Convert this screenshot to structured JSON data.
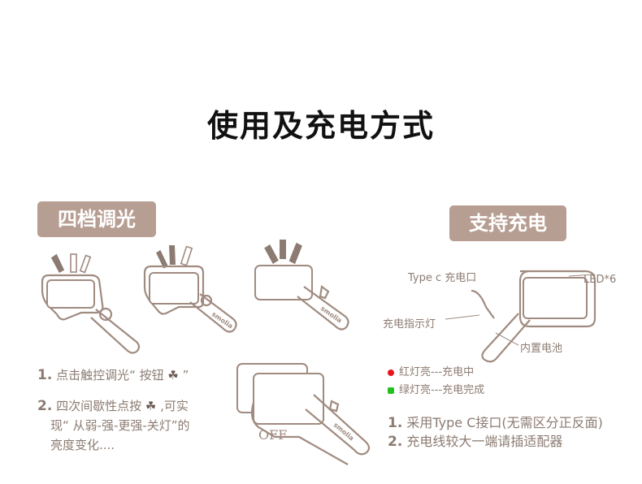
{
  "title": "使用及充电方式",
  "left": {
    "badge": "四档调光",
    "brand": "smolia",
    "off_label": "OFF",
    "step1": {
      "num": "1.",
      "text": "点击触控调光“ 按钮",
      "tail": "”"
    },
    "step2": {
      "num": "2.",
      "line1a": "四次间歇性点按",
      "line1b": ",可实",
      "line2": "现“ 从弱-强-更强-关灯”的",
      "line3": "亮度变化...."
    }
  },
  "right": {
    "badge": "支持充电",
    "label_type_c": "Type c 充电口",
    "label_led": "LED*6",
    "label_indicator": "充电指示灯",
    "label_battery": "内置电池",
    "legend": [
      {
        "color": "#e8141b",
        "text": "红灯亮---充电中"
      },
      {
        "color": "#22c01e",
        "text": "绿灯亮---充电完成"
      }
    ],
    "steps": [
      {
        "num": "1.",
        "text": "采用Type C接口(无需区分正反面)"
      },
      {
        "num": "2.",
        "text": "充电线较大一端请插适配器"
      }
    ]
  }
}
